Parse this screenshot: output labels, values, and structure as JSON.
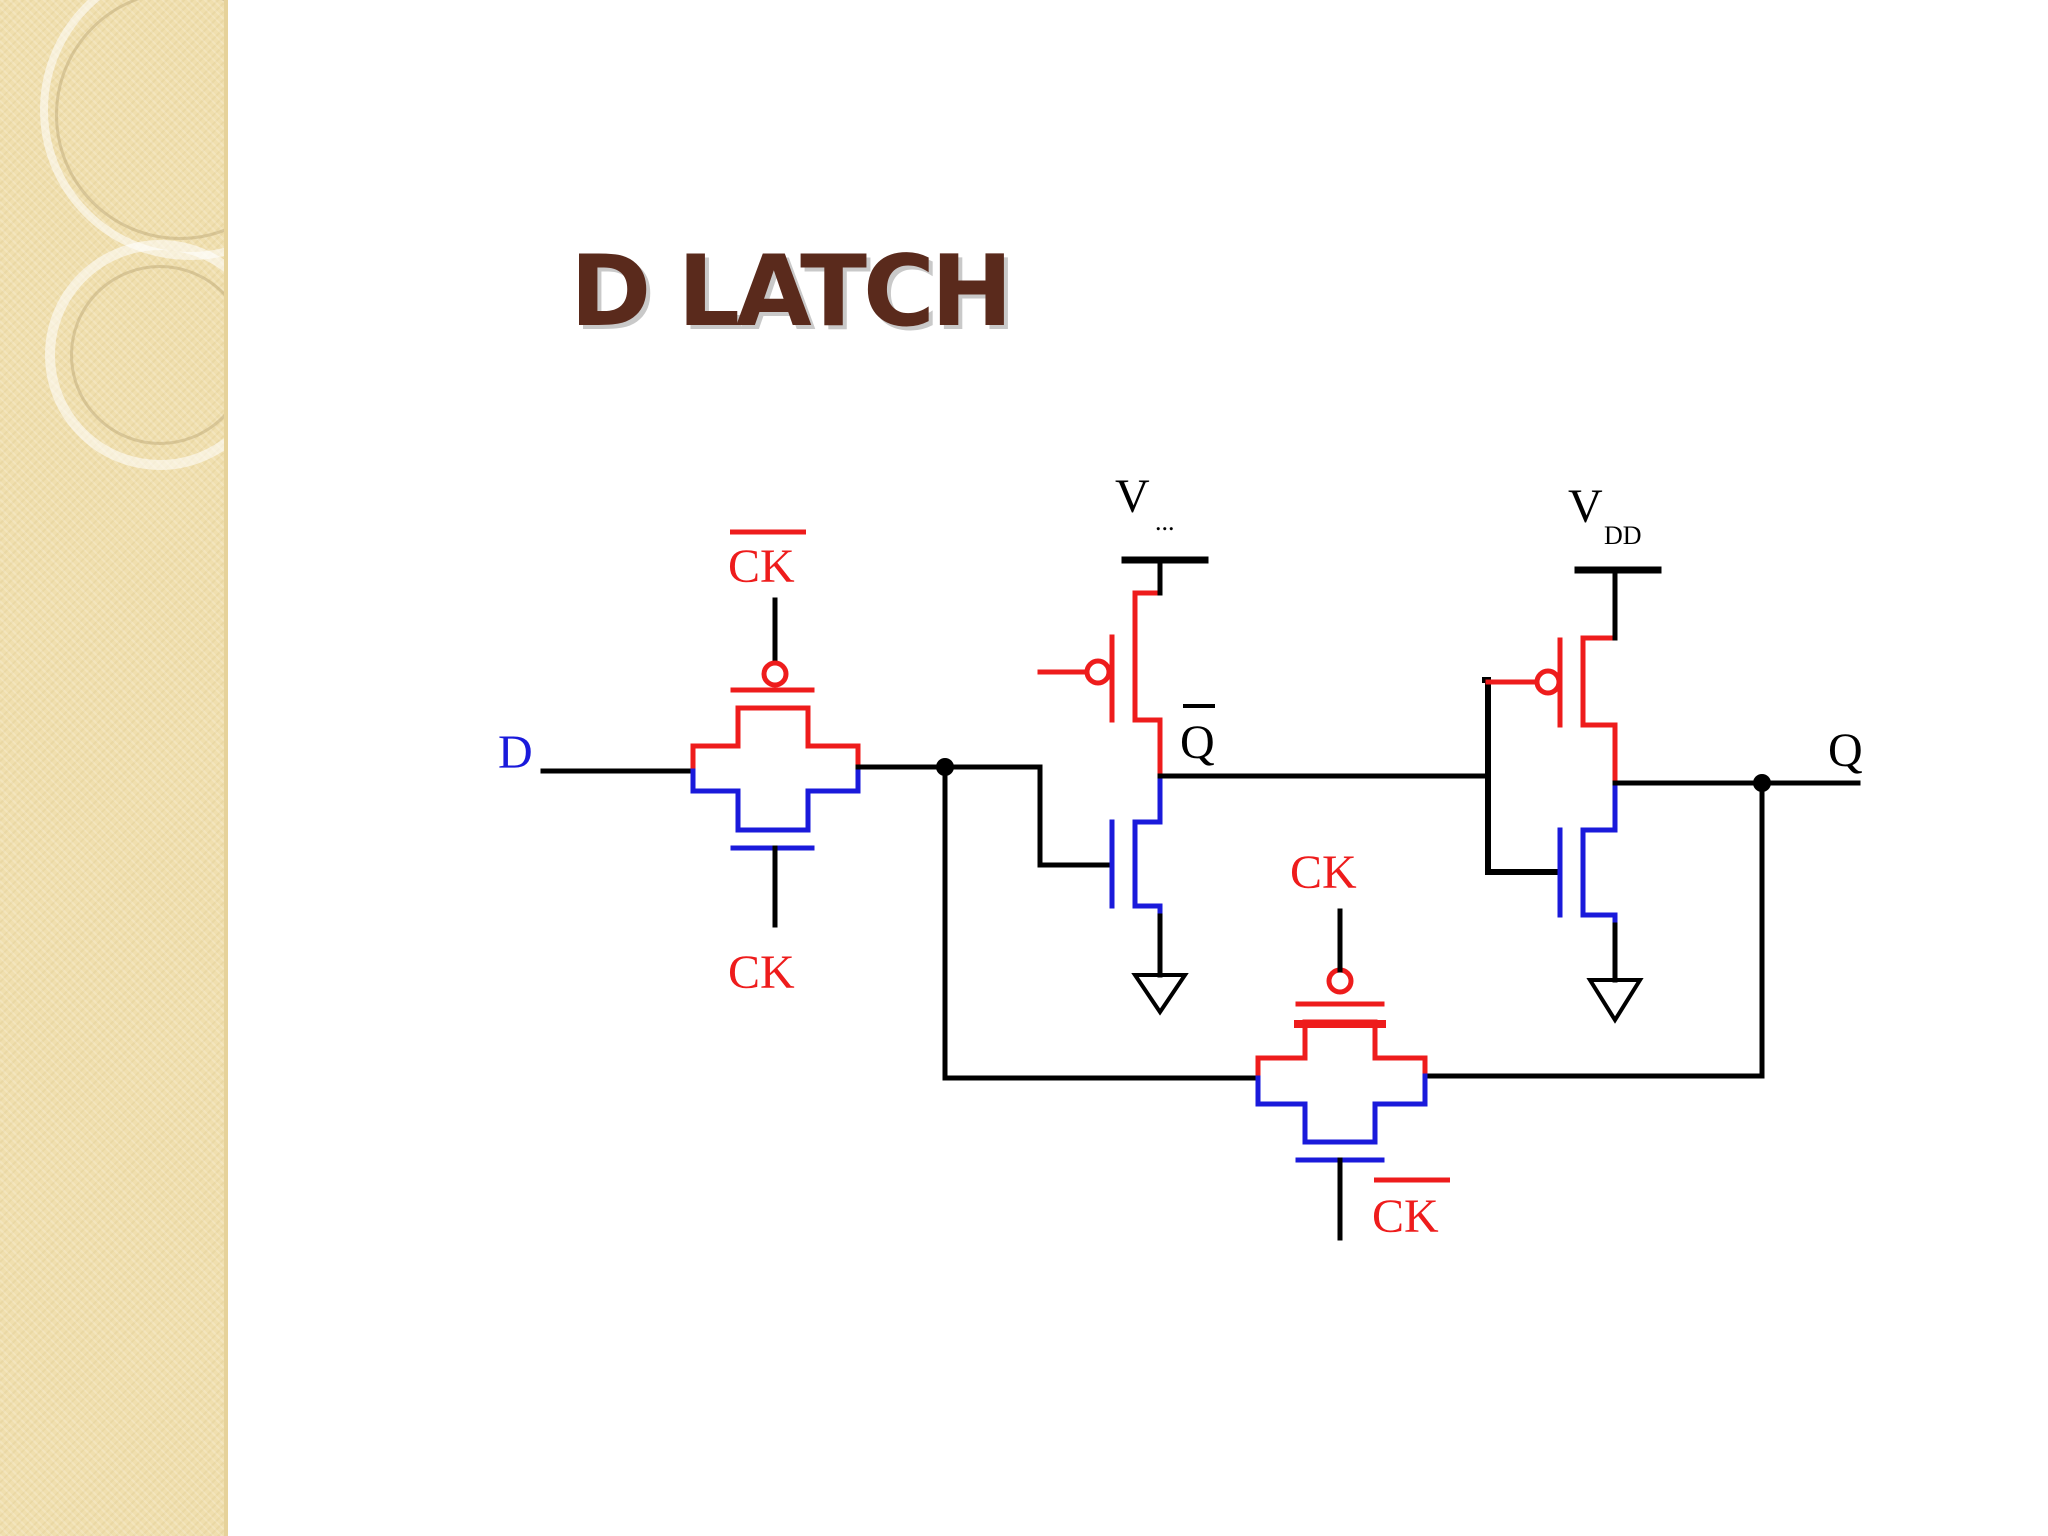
{
  "slide": {
    "title": "D LATCH"
  },
  "diagram": {
    "labels": {
      "input_d": "D",
      "output_q": "Q",
      "output_q_bar": "Q",
      "vdd_left_v": "V",
      "vdd_left_sub": "...",
      "vdd_right_v": "V",
      "vdd_right_sub": "DD",
      "tg1_top_clock": "CK",
      "tg1_bottom_clock": "CK",
      "tg2_top_clock": "CK",
      "tg2_bottom_clock": "CK"
    },
    "colors": {
      "pmos": "#ee1c1c",
      "nmos": "#1a1adb",
      "wire": "#000000",
      "title": "#5a2a1c",
      "sidebar": "#f0dfae"
    }
  }
}
